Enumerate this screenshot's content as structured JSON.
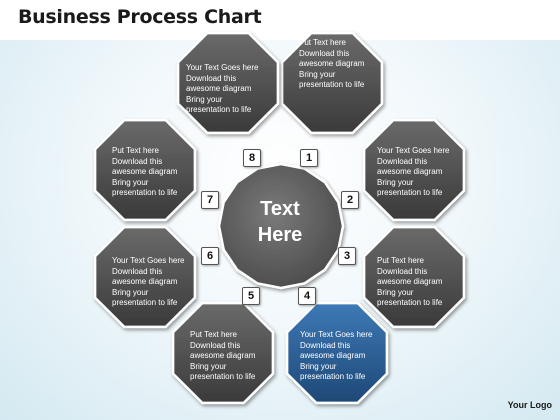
{
  "title": "Business Process Chart",
  "center_label": [
    "Text",
    "Here"
  ],
  "logo_text": "Your Logo",
  "colors": {
    "petal": "#4f4f4f",
    "petal_highlight": "#2b5f95",
    "hub": "#5c5c5c",
    "badge": "#ffffff"
  },
  "petals": [
    {
      "number": "1",
      "highlight": false,
      "lines": [
        "Put Text here",
        "Download this",
        "awesome diagram",
        "Bring your",
        "presentation to life"
      ]
    },
    {
      "number": "2",
      "highlight": false,
      "lines": [
        "Your Text Goes here",
        "Download this",
        "awesome diagram",
        "Bring your",
        "presentation to life"
      ]
    },
    {
      "number": "3",
      "highlight": false,
      "lines": [
        "Put Text here",
        "Download this",
        "awesome diagram",
        "Bring your",
        "presentation to life"
      ]
    },
    {
      "number": "4",
      "highlight": true,
      "lines": [
        "Your Text Goes here",
        "Download this",
        "awesome diagram",
        "Bring your",
        "presentation to life"
      ]
    },
    {
      "number": "5",
      "highlight": false,
      "lines": [
        "Put Text here",
        "Download this",
        "awesome diagram",
        "Bring your",
        "presentation to life"
      ]
    },
    {
      "number": "6",
      "highlight": false,
      "lines": [
        "Your Text Goes here",
        "Download this",
        "awesome diagram",
        "Bring your",
        "presentation to life"
      ]
    },
    {
      "number": "7",
      "highlight": false,
      "lines": [
        "Put Text here",
        "Download this",
        "awesome diagram",
        "Bring your",
        "presentation to life"
      ]
    },
    {
      "number": "8",
      "highlight": false,
      "lines": [
        "Your Text Goes here",
        "Download this",
        "awesome diagram",
        "Bring your",
        "presentation to life"
      ]
    }
  ]
}
